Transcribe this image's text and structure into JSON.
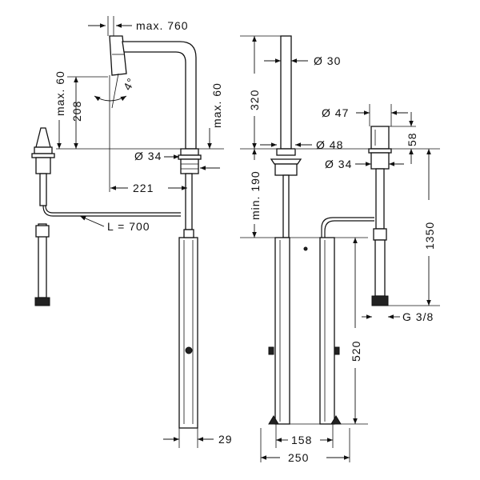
{
  "labels": {
    "max_760": "max. 760",
    "max_60_left": "max. 60",
    "dim_208": "208",
    "angle_4": "4°",
    "max_60_right": "max. 60",
    "dia_34_left": "Ø 34",
    "dim_221": "221",
    "l_700": "L = 700",
    "dim_29": "29",
    "dim_320": "320",
    "dia_30": "Ø 30",
    "dia_48": "Ø 48",
    "min_190": "min. 190",
    "dia_47": "Ø 47",
    "dim_58": "58",
    "dia_34_right": "Ø 34",
    "dim_1350": "1350",
    "g_3_8": "G 3/8",
    "dim_520": "520",
    "dim_158": "158",
    "dim_250": "250"
  }
}
